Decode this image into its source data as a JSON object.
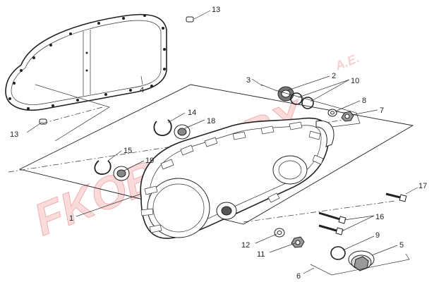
{
  "watermark": {
    "text": "FKOBFKOBX",
    "suffix": "A.E."
  },
  "callouts": [
    {
      "id": "c13a",
      "text": "13"
    },
    {
      "id": "c4",
      "text": "4"
    },
    {
      "id": "c13b",
      "text": "13"
    },
    {
      "id": "c3",
      "text": "3"
    },
    {
      "id": "c2",
      "text": "2"
    },
    {
      "id": "c10",
      "text": "10"
    },
    {
      "id": "c8",
      "text": "8"
    },
    {
      "id": "c7",
      "text": "7"
    },
    {
      "id": "c14",
      "text": "14"
    },
    {
      "id": "c18",
      "text": "18"
    },
    {
      "id": "c15",
      "text": "15"
    },
    {
      "id": "c19",
      "text": "19"
    },
    {
      "id": "c1",
      "text": "1"
    },
    {
      "id": "c17",
      "text": "17"
    },
    {
      "id": "c16",
      "text": "16"
    },
    {
      "id": "c9",
      "text": "9"
    },
    {
      "id": "c5",
      "text": "5"
    },
    {
      "id": "c12",
      "text": "12"
    },
    {
      "id": "c11",
      "text": "11"
    },
    {
      "id": "c6",
      "text": "6"
    }
  ]
}
